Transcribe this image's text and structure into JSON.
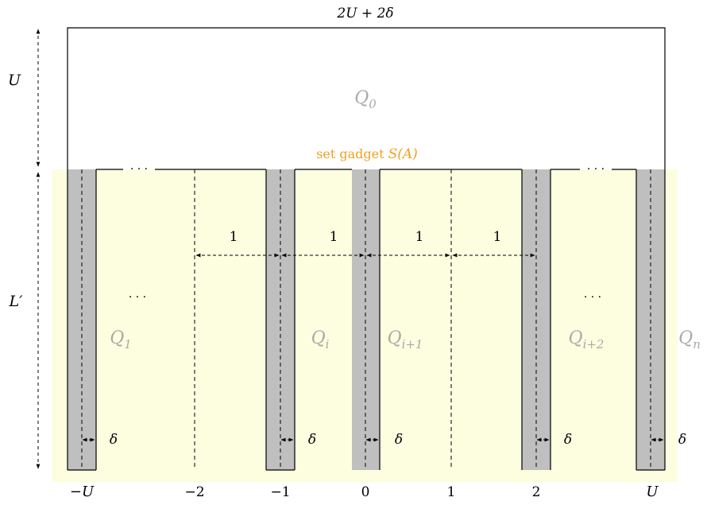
{
  "labels": {
    "top_width": "2U + 2δ",
    "U": "U",
    "L_prime": "L′",
    "q0": "Q",
    "q0_sub": "0",
    "set_gadget": "set gadget ",
    "set_gadget_math": "S(A)",
    "dots": "· · ·",
    "q1": "Q",
    "q1_sub": "1",
    "qi": "Q",
    "qi_sub": "i",
    "qi1": "Q",
    "qi1_sub": "i+1",
    "qi2": "Q",
    "qi2_sub": "i+2",
    "qn": "Q",
    "qn_sub": "n",
    "one": "1",
    "delta": "δ"
  },
  "axis_labels": [
    "−U",
    "−2",
    "−1",
    "0",
    "1",
    "2",
    "U"
  ],
  "colors": {
    "gadget_fill": "#fdfde0",
    "column_fill": "#bfbfbf",
    "label_gray": "#aaaaaa",
    "gadget_label": "#f0a020",
    "line": "#000000"
  }
}
